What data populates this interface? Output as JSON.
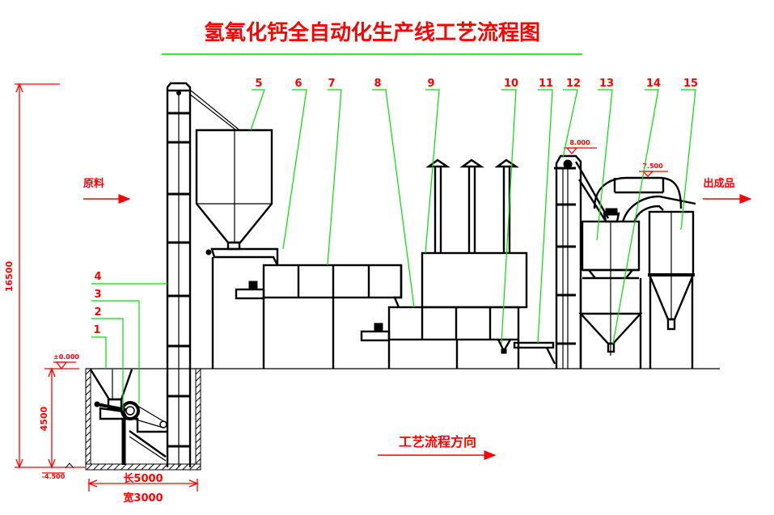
{
  "title": "氢氧化钙全自动化生产线工艺流程图",
  "labels": {
    "raw_material": "原料",
    "finished_product": "出成品",
    "process_direction": "工艺流程方向"
  },
  "dimensions": {
    "total_height": "16500",
    "pit_depth": "4500",
    "ground_level": "±0.000",
    "pit_bottom_level": "-4.500",
    "pit_length": "长5000",
    "pit_width": "宽3000",
    "elevator_top_level": "8.000",
    "duct_top_level": "7.500"
  },
  "callouts": [
    "1",
    "2",
    "3",
    "4",
    "5",
    "6",
    "7",
    "8",
    "9",
    "10",
    "11",
    "12",
    "13",
    "14",
    "15"
  ],
  "colors": {
    "annotation": "#ff0000",
    "leader": "#00e000",
    "equipment": "#000000"
  }
}
